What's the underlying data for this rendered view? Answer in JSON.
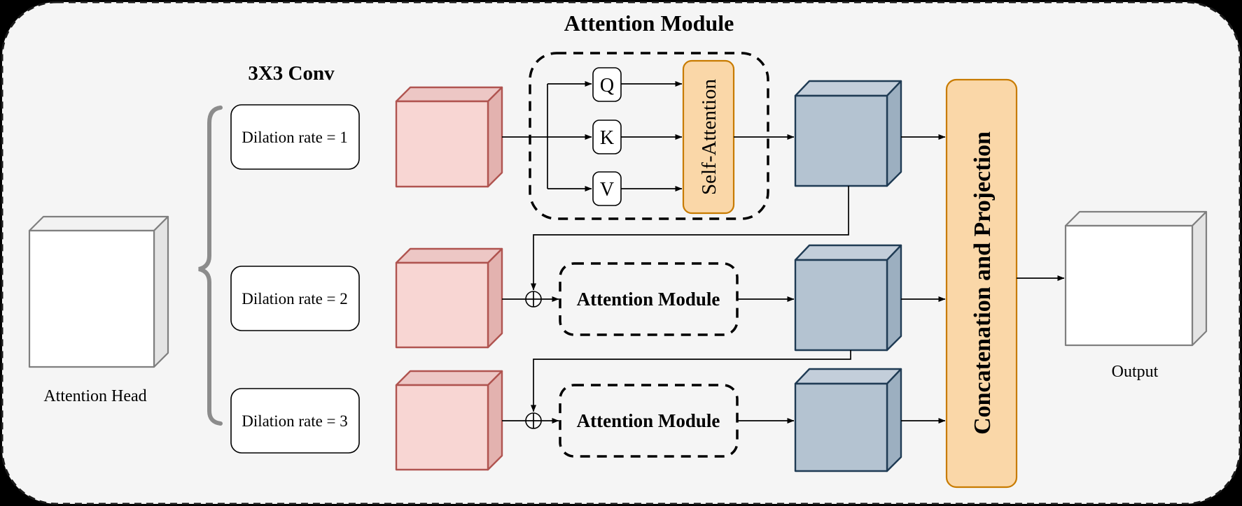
{
  "diagram": {
    "title": "Attention Module",
    "conv_group_title": "3X3 Conv",
    "input_label": "Attention Head",
    "output_label": "Output",
    "concat_label": "Concatenation and Projection",
    "self_attention_label": "Self-Attention",
    "qkv": {
      "q": "Q",
      "k": "K",
      "v": "V"
    },
    "branches": [
      {
        "dilation_label": "Dilation rate = 1"
      },
      {
        "dilation_label": "Dilation rate = 2",
        "module_label": "Attention Module"
      },
      {
        "dilation_label": "Dilation rate = 3",
        "module_label": "Attention Module"
      }
    ],
    "sum_symbol": "+",
    "colors": {
      "page_background": "#000000",
      "canvas_fill": "#f5f5f5",
      "dashed_stroke": "#1a1a1a",
      "pink_cube_fill": "#F8D6D3",
      "pink_cube_stroke": "#B05450",
      "blue_cube_fill": "#B4C3D1",
      "blue_cube_stroke": "#1F3B54",
      "orange_fill": "#FAD7A8",
      "orange_stroke": "#C87B00",
      "white_cube_stroke": "#7F7F7F",
      "brace": "#8C8C8C"
    }
  }
}
